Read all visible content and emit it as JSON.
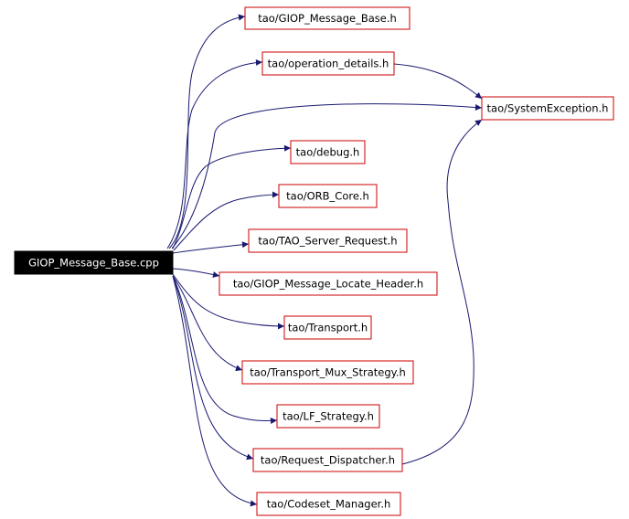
{
  "graph": {
    "root": {
      "id": "root",
      "label": "GIOP_Message_Base.cpp",
      "fill": "#000000",
      "text_color": "#ffffff"
    },
    "nodes": [
      {
        "id": "giop_message_base_h",
        "label": "tao/GIOP_Message_Base.h"
      },
      {
        "id": "operation_details_h",
        "label": "tao/operation_details.h"
      },
      {
        "id": "system_exception_h",
        "label": "tao/SystemException.h"
      },
      {
        "id": "debug_h",
        "label": "tao/debug.h"
      },
      {
        "id": "orb_core_h",
        "label": "tao/ORB_Core.h"
      },
      {
        "id": "tao_server_request_h",
        "label": "tao/TAO_Server_Request.h"
      },
      {
        "id": "giop_message_locate_header_h",
        "label": "tao/GIOP_Message_Locate_Header.h"
      },
      {
        "id": "transport_h",
        "label": "tao/Transport.h"
      },
      {
        "id": "transport_mux_strategy_h",
        "label": "tao/Transport_Mux_Strategy.h"
      },
      {
        "id": "lf_strategy_h",
        "label": "tao/LF_Strategy.h"
      },
      {
        "id": "request_dispatcher_h",
        "label": "tao/Request_Dispatcher.h"
      },
      {
        "id": "codeset_manager_h",
        "label": "tao/Codeset_Manager.h"
      }
    ],
    "edges": [
      {
        "from": "root",
        "to": "giop_message_base_h"
      },
      {
        "from": "root",
        "to": "operation_details_h"
      },
      {
        "from": "root",
        "to": "system_exception_h"
      },
      {
        "from": "root",
        "to": "debug_h"
      },
      {
        "from": "root",
        "to": "orb_core_h"
      },
      {
        "from": "root",
        "to": "tao_server_request_h"
      },
      {
        "from": "root",
        "to": "giop_message_locate_header_h"
      },
      {
        "from": "root",
        "to": "transport_h"
      },
      {
        "from": "root",
        "to": "transport_mux_strategy_h"
      },
      {
        "from": "root",
        "to": "lf_strategy_h"
      },
      {
        "from": "root",
        "to": "request_dispatcher_h"
      },
      {
        "from": "root",
        "to": "codeset_manager_h"
      },
      {
        "from": "operation_details_h",
        "to": "system_exception_h"
      },
      {
        "from": "request_dispatcher_h",
        "to": "system_exception_h"
      }
    ],
    "colors": {
      "node_border": "#cc0000",
      "edge": "#191970",
      "background": "#ffffff"
    }
  }
}
